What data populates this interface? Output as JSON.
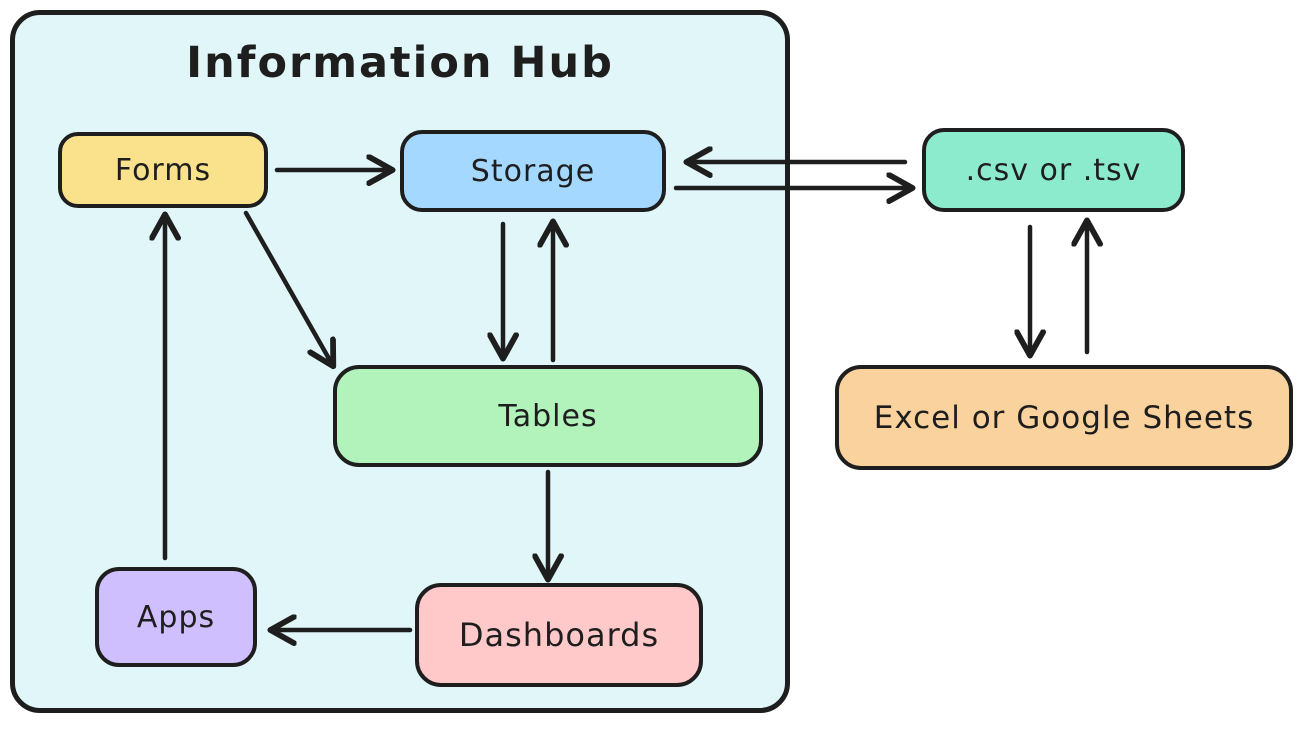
{
  "diagram": {
    "container": {
      "title": "Information Hub",
      "fill": "#E0F6F8",
      "stroke": "#1E1E1E"
    },
    "nodes": {
      "forms": {
        "label": "Forms",
        "fill": "#F9E28B"
      },
      "storage": {
        "label": "Storage",
        "fill": "#A5D8FF"
      },
      "tables": {
        "label": "Tables",
        "fill": "#B2F2BB"
      },
      "apps": {
        "label": "Apps",
        "fill": "#D0BFFF"
      },
      "dashboards": {
        "label": "Dashboards",
        "fill": "#FFC9C9"
      },
      "csv": {
        "label": ".csv or .tsv",
        "fill": "#8CEBCD"
      },
      "sheets": {
        "label": "Excel or Google Sheets",
        "fill": "#FAD29E"
      }
    },
    "edges": [
      {
        "from": "forms",
        "to": "storage"
      },
      {
        "from": "forms",
        "to": "tables"
      },
      {
        "from": "storage",
        "to": "tables"
      },
      {
        "from": "tables",
        "to": "storage"
      },
      {
        "from": "tables",
        "to": "dashboards"
      },
      {
        "from": "dashboards",
        "to": "apps"
      },
      {
        "from": "apps",
        "to": "forms"
      },
      {
        "from": "csv",
        "to": "storage"
      },
      {
        "from": "storage",
        "to": "csv"
      },
      {
        "from": "csv",
        "to": "sheets"
      },
      {
        "from": "sheets",
        "to": "csv"
      }
    ],
    "edge_stroke": "#1E1E1E"
  }
}
